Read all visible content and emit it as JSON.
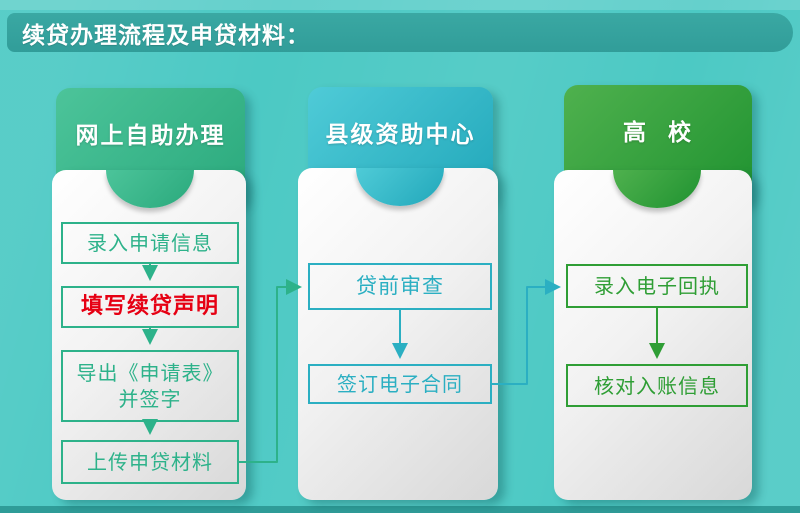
{
  "title": "续贷办理流程及申贷材料：",
  "colors": {
    "background": "#4cc9c4",
    "banner": "#319d99",
    "banner_hi": "#3aa8a3",
    "bottom_strip": "#2f9c98",
    "title_text": "#ffffff",
    "card_from": "#ffffff",
    "card_to": "#d8d8d8",
    "accent1": "#2db28a",
    "accent2": "#2bafc2",
    "accent3": "#2f9e35",
    "emphasis": "#e60013",
    "tab1_from": "#4cc49a",
    "tab1_to": "#2aa97c",
    "tab2_from": "#4fcbd7",
    "tab2_to": "#21a7ba",
    "tab3_from": "#4fb14e",
    "tab3_to": "#1f9230"
  },
  "columns": [
    {
      "header": "网上自助办理",
      "steps": [
        {
          "label": "录入申请信息"
        },
        {
          "label": "填写续贷声明"
        },
        {
          "label": "导出《申请表》",
          "label2": "并签字"
        },
        {
          "label": "上传申贷材料"
        }
      ]
    },
    {
      "header": "县级资助中心",
      "steps": [
        {
          "label": "贷前审查"
        },
        {
          "label": "签订电子合同"
        }
      ]
    },
    {
      "header": "高  校",
      "steps": [
        {
          "label": "录入电子回执"
        },
        {
          "label": "核对入账信息"
        }
      ]
    }
  ]
}
